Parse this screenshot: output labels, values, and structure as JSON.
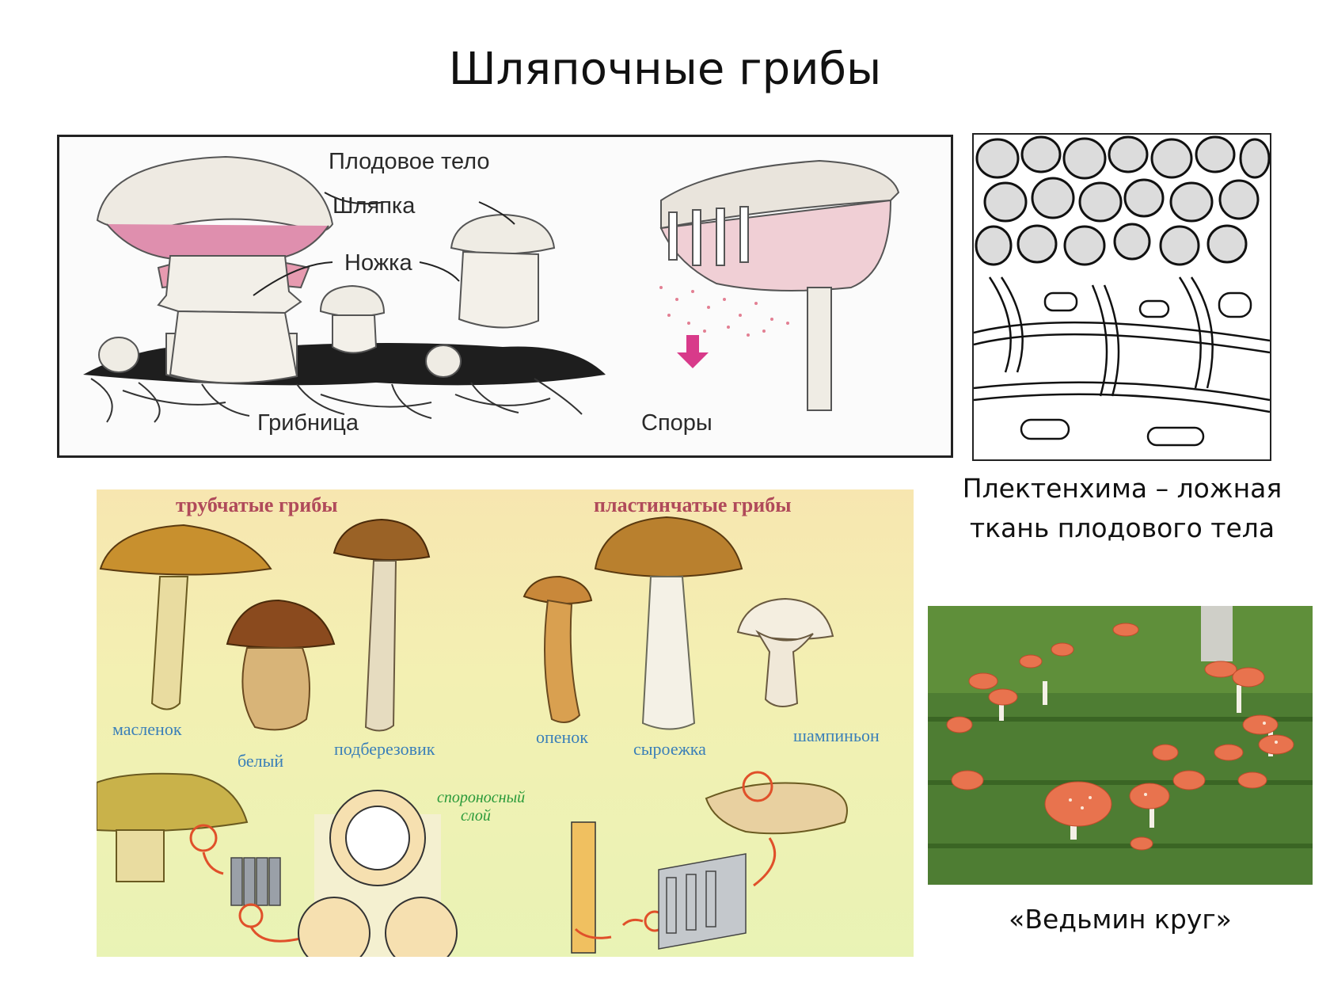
{
  "title": "Шляпочные грибы",
  "structure": {
    "fruit_body": "Плодовое тело",
    "cap": "Шляпка",
    "stem": "Ножка",
    "mycelium": "Грибница",
    "spores": "Споры"
  },
  "plectenchyma_caption_line1": "Плектенхима – ложная",
  "plectenchyma_caption_line2": "ткань плодового тела",
  "types": {
    "tubular_header": "трубчатые грибы",
    "lamellar_header": "пластинчатые грибы",
    "butterlet": "масленок",
    "white": "белый",
    "birch": "подберезовик",
    "honey": "опенок",
    "russula": "сыроежка",
    "champignon": "шампиньон",
    "spore_layer_1": "спороносный",
    "spore_layer_2": "слой"
  },
  "witch_circle_caption": "«Ведьмин круг»",
  "colors": {
    "tubular_header": "#b04a5a",
    "species_label": "#3a7fb8",
    "spore_label": "#2a9a3a",
    "arrow": "#e0502a",
    "gills": "#d9739a",
    "spore_arrow": "#d83a8a"
  }
}
